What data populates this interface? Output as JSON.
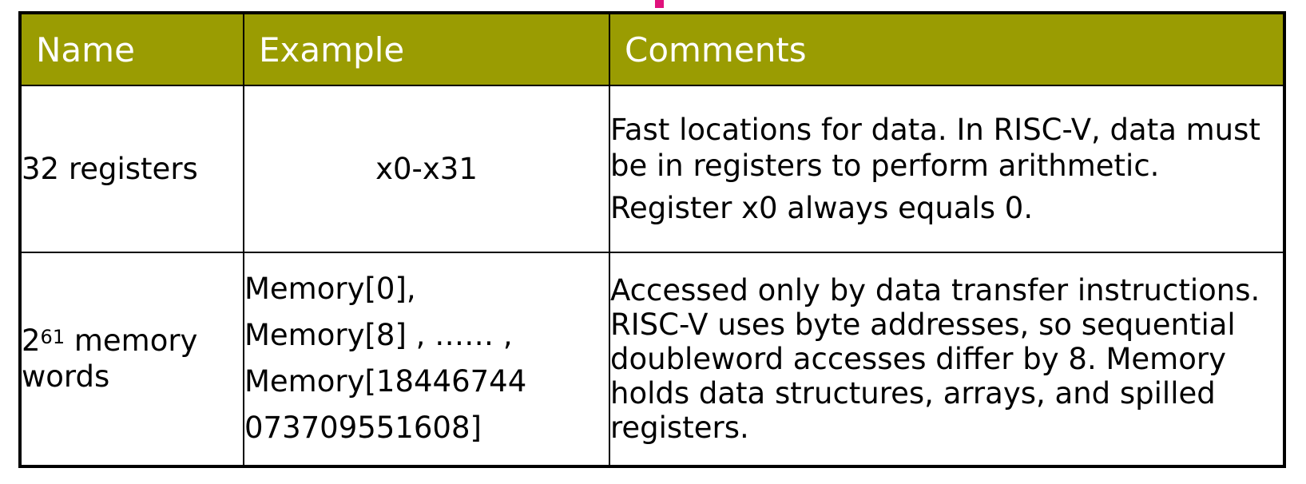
{
  "header": {
    "name": "Name",
    "example": "Example",
    "comments": "Comments"
  },
  "rows": [
    {
      "name": "32 registers",
      "example": "x0-x31",
      "comments": [
        "Fast locations for data. In RISC-V, data must be in registers to perform arithmetic.",
        "Register x0 always equals 0."
      ]
    },
    {
      "name_base": "2",
      "name_exp": "61",
      "name_rest": " memory words",
      "example_lines": [
        "Memory[0],",
        "Memory[8] ,  …… ,",
        "Memory[18446744",
        "073709551608]"
      ],
      "comments": "Accessed only by data transfer instructions. RISC-V uses byte addresses, so sequential doubleword accesses differ by 8. Memory holds data structures, arrays, and  spilled registers."
    }
  ],
  "colors": {
    "header_bg": "#9a9c02",
    "header_text": "#ffffff",
    "accent_mark": "#e0117c",
    "border": "#000000"
  }
}
